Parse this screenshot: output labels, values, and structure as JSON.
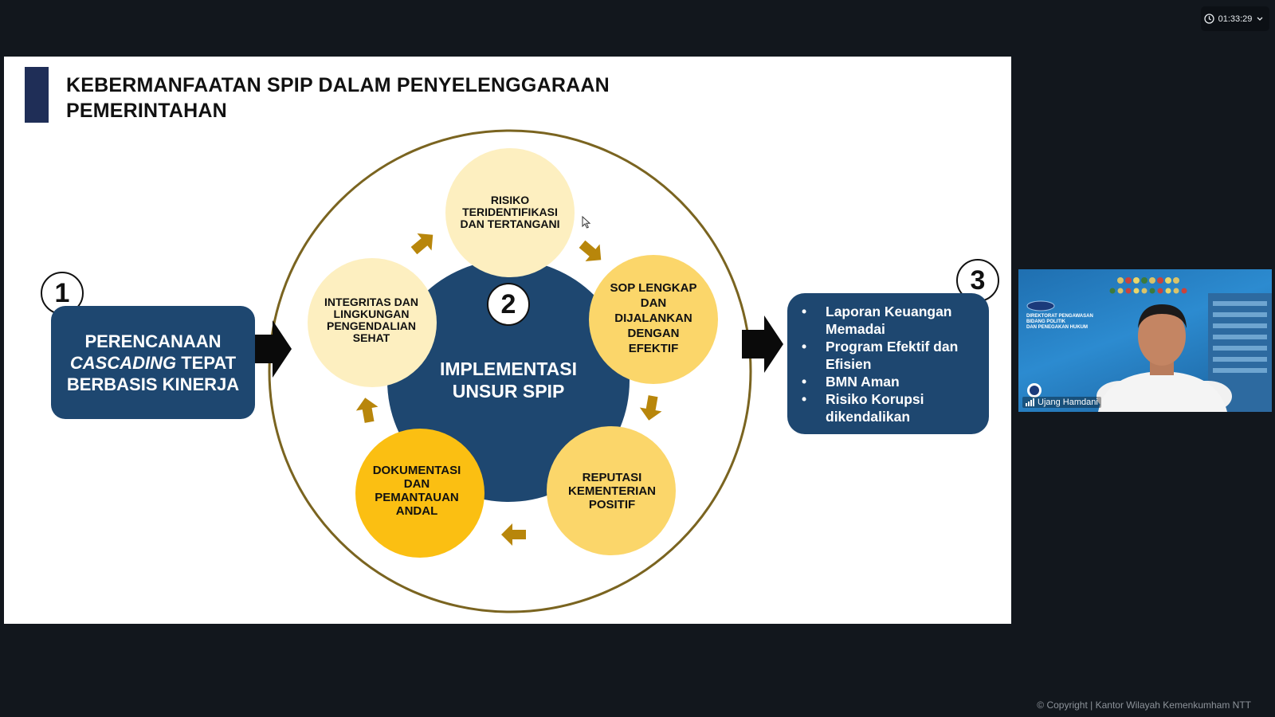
{
  "timer": {
    "time": "01:33:29",
    "icon": "clock-icon",
    "dropdown_icon": "chevron-down-icon"
  },
  "slide": {
    "title_line1": "KEBERMANFAATAN SPIP DALAM PENYELENGGARAAN",
    "title_line2": "PEMERINTAHAN",
    "step1": {
      "number": "1",
      "line1": "PERENCANAAN",
      "line2_italic": "CASCADING",
      "line2_rest": " TEPAT",
      "line3": "BERBASIS KINERJA"
    },
    "step2": {
      "number": "2",
      "center_line1": "IMPLEMENTASI",
      "center_line2": "UNSUR SPIP"
    },
    "cycle": {
      "top": [
        "RISIKO",
        "TERIDENTIFIKASI",
        "DAN TERTANGANI"
      ],
      "right": [
        "SOP LENGKAP",
        "DAN",
        "DIJALANKAN",
        "DENGAN",
        "EFEKTIF"
      ],
      "bottom_right": [
        "REPUTASI",
        "KEMENTERIAN",
        "POSITIF"
      ],
      "bottom_left": [
        "DOKUMENTASI",
        "DAN",
        "PEMANTAUAN",
        "ANDAL"
      ],
      "left": [
        "INTEGRITAS DAN",
        "LINGKUNGAN",
        "PENGENDALIAN",
        "SEHAT"
      ]
    },
    "step3": {
      "number": "3",
      "items": [
        "Laporan Keuangan Memadai",
        "Program Efektif dan Efisien",
        "BMN Aman",
        "Risiko Korupsi dikendalikan"
      ]
    },
    "colors": {
      "navy": "#1e4770",
      "gold": "#b8860b",
      "ring": "#7a6420",
      "light": "#fdefc0",
      "mid": "#fbd66a",
      "deep": "#fbbf12"
    }
  },
  "video": {
    "participant_name": "Ujang Hamdani",
    "signal_icon": "signal-bars-icon",
    "banner_line1": "DIREKTORAT PENGAWASAN",
    "banner_line2": "BIDANG POLITIK",
    "banner_line3": "DAN PENEGAKAN HUKUM"
  },
  "footer": {
    "copyright": "© Copyright | Kantor Wilayah Kemenkumham NTT"
  }
}
